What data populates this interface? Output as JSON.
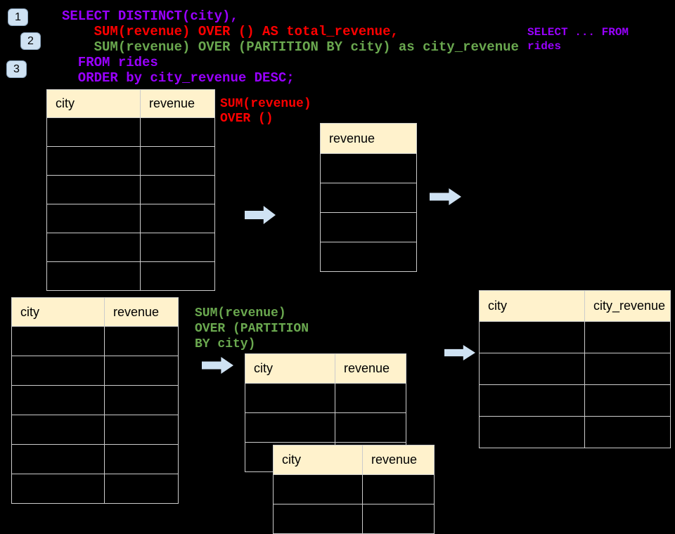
{
  "colors": {
    "background": "#000000",
    "code_purple": "#9900ff",
    "code_red": "#ff0000",
    "code_green": "#6aa84f",
    "arrow_fill": "#cfe2f3",
    "badge_fill": "#cfe2f3",
    "badge_border": "#8ba5bd",
    "table_header_fill": "#fff2cc",
    "table_border": "#cccccc"
  },
  "badges": [
    "1",
    "2",
    "3"
  ],
  "code": {
    "lines": [
      {
        "text": "SELECT DISTINCT(city),",
        "color": "#9900ff"
      },
      {
        "text": "    SUM(revenue) OVER () AS total_revenue,",
        "color": "#ff0000"
      },
      {
        "text": "    SUM(revenue) OVER (PARTITION BY city) as city_revenue",
        "color": "#6aa84f"
      },
      {
        "text": "  FROM rides",
        "color": "#9900ff"
      },
      {
        "text": "  ORDER by city_revenue DESC;",
        "color": "#9900ff"
      }
    ]
  },
  "labels": {
    "side_note": {
      "color": "#9900ff",
      "lines": [
        "SELECT ... FROM",
        "rides"
      ]
    },
    "over_total": {
      "color": "#ff0000",
      "lines": [
        "SUM(revenue)",
        "OVER ()"
      ]
    },
    "over_partition": {
      "color": "#6aa84f",
      "lines": [
        "SUM(revenue)",
        "OVER (PARTITION",
        "BY city)"
      ]
    }
  },
  "tables": {
    "source_top": {
      "headers": [
        "city",
        "revenue"
      ],
      "empty_rows": 6
    },
    "total_revenue": {
      "headers": [
        "revenue"
      ],
      "empty_rows": 4
    },
    "source_bottom": {
      "headers": [
        "city",
        "revenue"
      ],
      "empty_rows": 6
    },
    "partition_mid": {
      "headers": [
        "city",
        "revenue"
      ],
      "empty_rows": 3
    },
    "partition_overlap": {
      "headers": [
        "city",
        "revenue"
      ],
      "empty_rows": 2
    },
    "result_right": {
      "headers": [
        "city",
        "city_revenue"
      ],
      "empty_rows": 4
    }
  }
}
